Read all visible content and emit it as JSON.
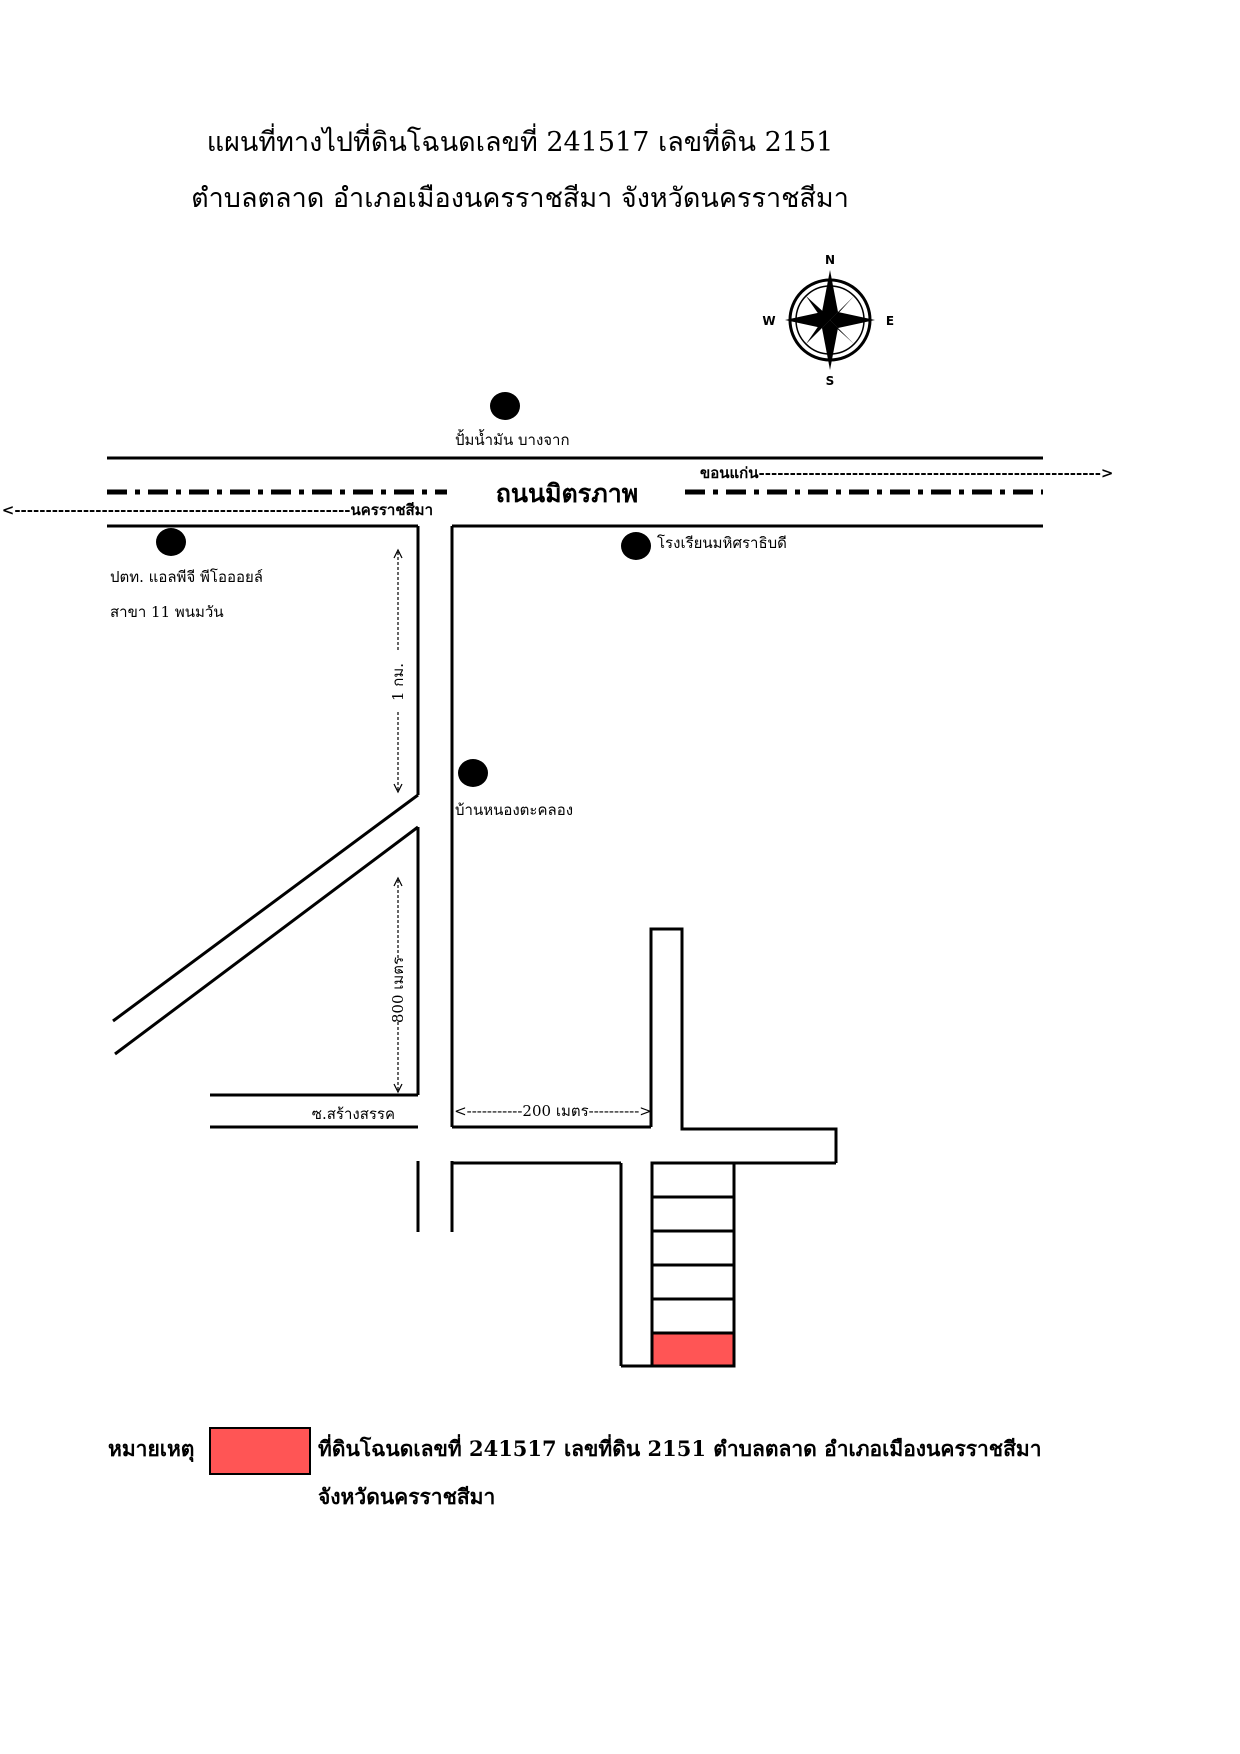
{
  "title": {
    "line1": "แผนที่ทางไปที่ดินโฉนดเลขที่ 241517 เลขที่ดิน 2151",
    "line2": "ตำบลตลาด อำเภอเมืองนครราชสีมา จังหวัดนครราชสีมา"
  },
  "compass": {
    "n": "N",
    "s": "S",
    "e": "E",
    "w": "W"
  },
  "roads": {
    "main": "ถนนมิตรภาพ",
    "to_khonkaen": "ขอนแก่น------------------------------------------------------->",
    "to_korat": "<------------------------------------------------------นครราชสีมา",
    "soi": "ซ.สร้างสรรค"
  },
  "distances": {
    "d1": "1 กม.",
    "d2": "800 เมตร",
    "d3": "<-----------200 เมตร---------->"
  },
  "landmarks": {
    "gas": "ปั้มน้ำมัน บางจาก",
    "school": "โรงเรียนมหิศราธิบดี",
    "ptt_line1": "ปตท. แอลพีจี พีโอออยล์",
    "ptt_line2": "สาขา 11 พนมวัน",
    "village": "บ้านหนองตะคลอง"
  },
  "legend": {
    "label": "หมายเหตุ",
    "color": "#ff5555",
    "text_line1": "ที่ดินโฉนดเลขที่ 241517 เลขที่ดิน 2151 ตำบลตลาด อำเภอเมืองนครราชสีมา",
    "text_line2": "จังหวัดนครราชสีมา"
  }
}
